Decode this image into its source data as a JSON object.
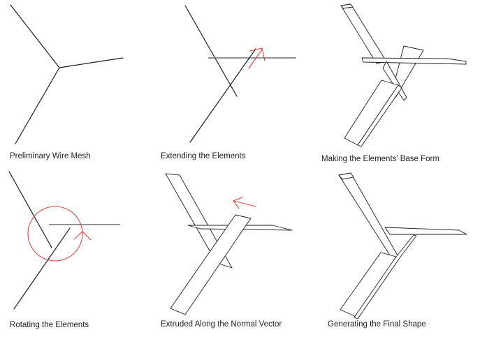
{
  "figure": {
    "panels": [
      {
        "id": "p1",
        "caption": "Preliminary Wire Mesh"
      },
      {
        "id": "p2",
        "caption": "Extending the Elements"
      },
      {
        "id": "p3",
        "caption": "Making the Elements’ Base Form"
      },
      {
        "id": "p4",
        "caption": "Rotating the Elements"
      },
      {
        "id": "p5",
        "caption": "Extruded Along the Normal Vector"
      },
      {
        "id": "p6",
        "caption": "Generating the Final Shape"
      }
    ],
    "colors": {
      "line": "#1e1e1e",
      "annotation": "#e0453f",
      "background": "#ffffff"
    }
  }
}
